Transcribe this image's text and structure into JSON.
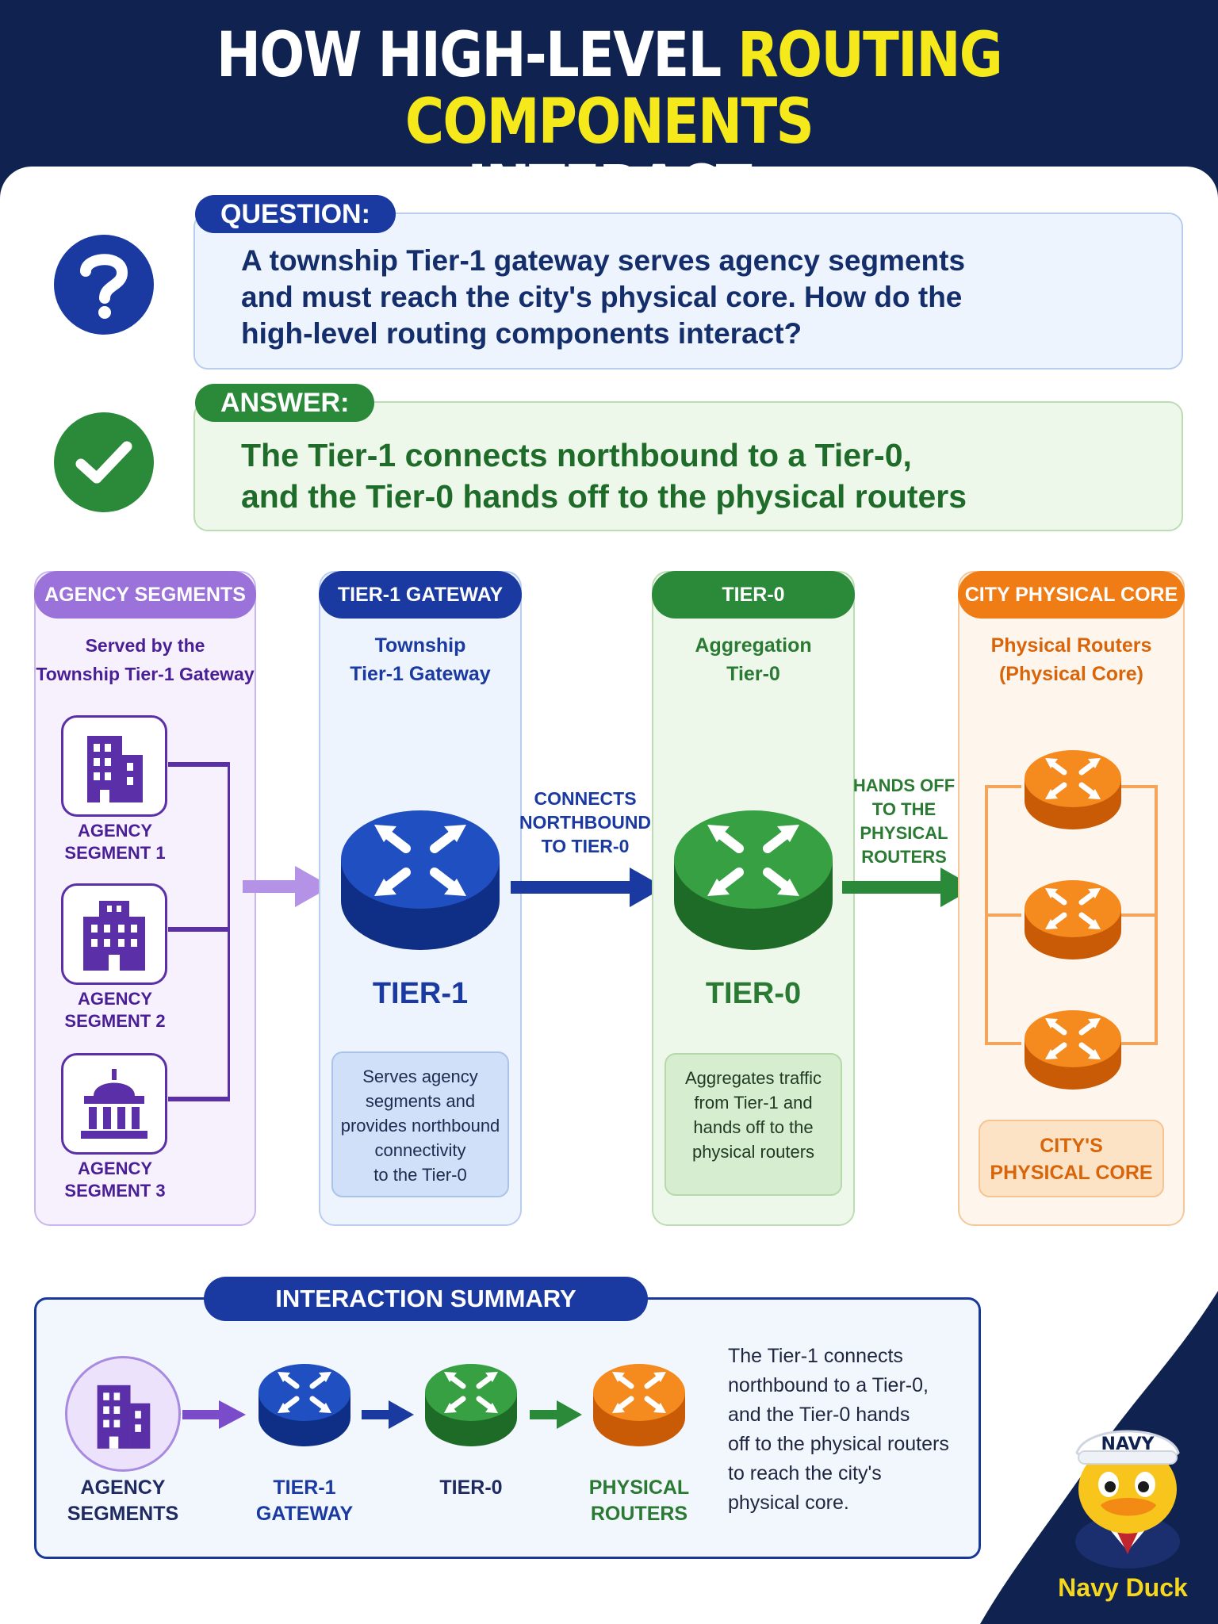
{
  "header": {
    "title_part1": "HOW HIGH-LEVEL ",
    "title_highlight": "ROUTING COMPONENTS",
    "title_part2": "INTERACT"
  },
  "question": {
    "tag": "QUESTION:",
    "lines": [
      "A township Tier-1 gateway serves agency segments",
      "and must reach the city's physical core. How do the",
      "high-level routing components interact?"
    ]
  },
  "answer": {
    "tag": "ANSWER:",
    "lines": [
      "The Tier-1 connects northbound to a Tier-0,",
      "and the Tier-0 hands off to the physical routers"
    ]
  },
  "columns": {
    "agency": {
      "tag": "AGENCY SEGMENTS",
      "subtitle_lines": [
        "Served by the",
        "Township Tier-1 Gateway"
      ],
      "segments": [
        {
          "line1": "AGENCY",
          "line2": "SEGMENT 1"
        },
        {
          "line1": "AGENCY",
          "line2": "SEGMENT 2"
        },
        {
          "line1": "AGENCY",
          "line2": "SEGMENT 3"
        }
      ]
    },
    "tier1": {
      "tag": "TIER-1 GATEWAY",
      "subtitle_lines": [
        "Township",
        "Tier-1 Gateway"
      ],
      "label": "TIER-1",
      "info_lines": [
        "Serves agency",
        "segments and",
        "provides northbound",
        "connectivity",
        "to the Tier-0"
      ]
    },
    "tier0": {
      "tag": "TIER-0",
      "subtitle_lines": [
        "Aggregation",
        "Tier-0"
      ],
      "label": "TIER-0",
      "info_lines": [
        "Aggregates traffic",
        "from Tier-1 and",
        "hands off to the",
        "physical routers"
      ]
    },
    "core": {
      "tag": "CITY PHYSICAL CORE",
      "subtitle_lines": [
        "Physical Routers",
        "(Physical Core)"
      ],
      "box_lines": [
        "CITY'S",
        "PHYSICAL CORE"
      ]
    }
  },
  "arrows": {
    "northbound_lines": [
      "CONNECTS",
      "NORTHBOUND",
      "TO TIER-0"
    ],
    "handoff_lines": [
      "HANDS OFF",
      "TO THE",
      "PHYSICAL",
      "ROUTERS"
    ]
  },
  "summary": {
    "tag": "INTERACTION SUMMARY",
    "items": [
      {
        "line1": "AGENCY",
        "line2": "SEGMENTS"
      },
      {
        "line1": "TIER-1",
        "line2": "GATEWAY"
      },
      {
        "line1": "TIER-0",
        "line2": ""
      },
      {
        "line1": "PHYSICAL",
        "line2": "ROUTERS"
      }
    ],
    "text_lines": [
      "The Tier-1 connects",
      "northbound to a Tier-0,",
      "and the Tier-0 hands",
      "off to the physical routers",
      "to reach the city's",
      "physical core."
    ]
  },
  "mascot": {
    "hat_text": "NAVY",
    "name": "Navy Duck"
  },
  "colors": {
    "navy": "#0f2250",
    "blue": "#1a3aa1",
    "green": "#2b8a3a",
    "purple": "#5b2fa7",
    "orange": "#f07c16",
    "yellow": "#f5e81b"
  }
}
